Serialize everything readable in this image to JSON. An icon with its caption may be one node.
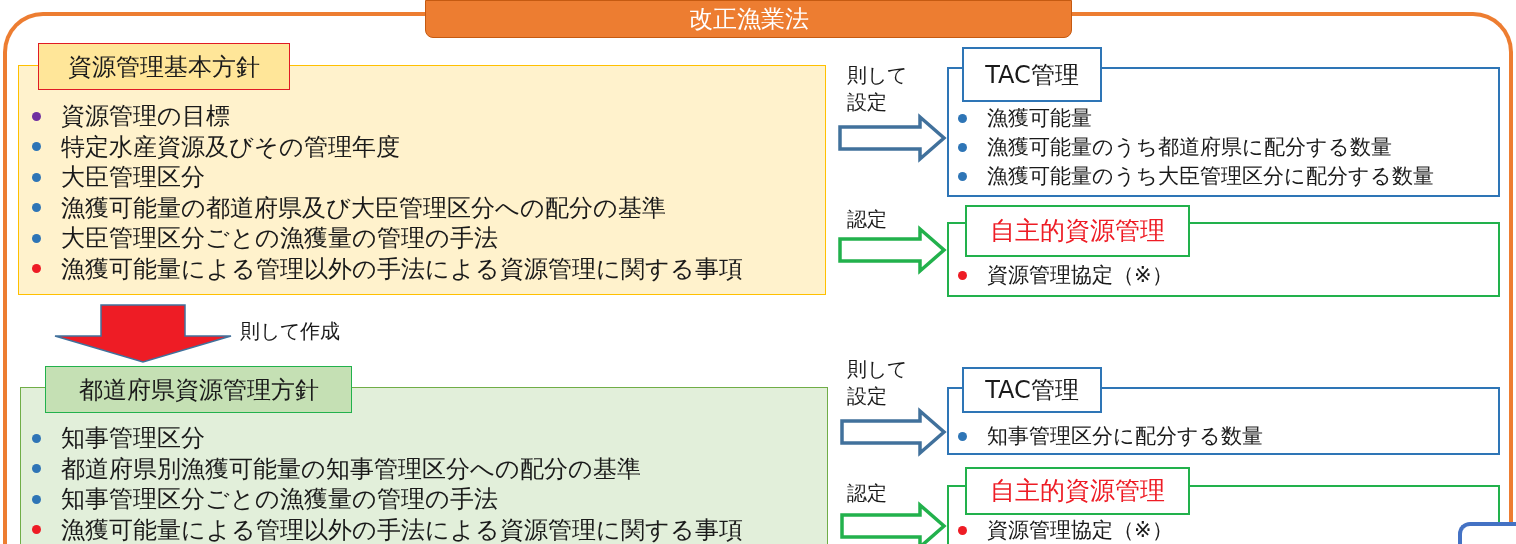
{
  "diagram": {
    "title": "改正漁業法",
    "nodes": [
      {
        "text": [
          "資源管理基本方針",
          "資源管理の目標",
          "特定水産資源及びその管理年度",
          "大臣管理区分",
          "漁獲可能量の都道府県及び大臣管理区分への配分の基準",
          "大臣管理区分ごとの漁獲量の管理の手法",
          "漁獲可能量による管理以外の手法による資源管理に関する事項"
        ]
      },
      {
        "text": [
          "TAC管理",
          "漁獲可能量",
          "漁獲可能量のうち都道府県に配分する数量",
          "漁獲可能量のうち大臣管理区分に配分する数量"
        ]
      },
      {
        "text": [
          "自主的資源管理",
          "資源管理協定（※）"
        ]
      },
      {
        "text": [
          "都道府県資源管理方針",
          "知事管理区分",
          "都道府県別漁獲可能量の知事管理区分への配分の基準",
          "知事管理区分ごとの漁獲量の管理の手法",
          "漁獲可能量による管理以外の手法による資源管理に関する事項"
        ]
      },
      {
        "text": [
          "TAC管理",
          "知事管理区分に配分する数量"
        ]
      },
      {
        "text": [
          "自主的資源管理",
          "資源管理協定（※）"
        ]
      },
      {
        "text": [],
        "shape": "box"
      }
    ],
    "edges": [
      {
        "from": 0,
        "to": 1,
        "arrow": "to",
        "label": "則して設定",
        "color": "#41719c"
      },
      {
        "from": 0,
        "to": 2,
        "arrow": "to",
        "label": "認定",
        "color": "#22b14c"
      },
      {
        "from": 0,
        "to": 3,
        "arrow": "to",
        "label": "則して作成",
        "color": "#ee1c25"
      },
      {
        "from": 3,
        "to": 4,
        "arrow": "to",
        "label": "則して設定",
        "color": "#41719c"
      },
      {
        "from": 3,
        "to": 5,
        "arrow": "to",
        "label": "認定",
        "color": "#22b14c"
      }
    ]
  }
}
